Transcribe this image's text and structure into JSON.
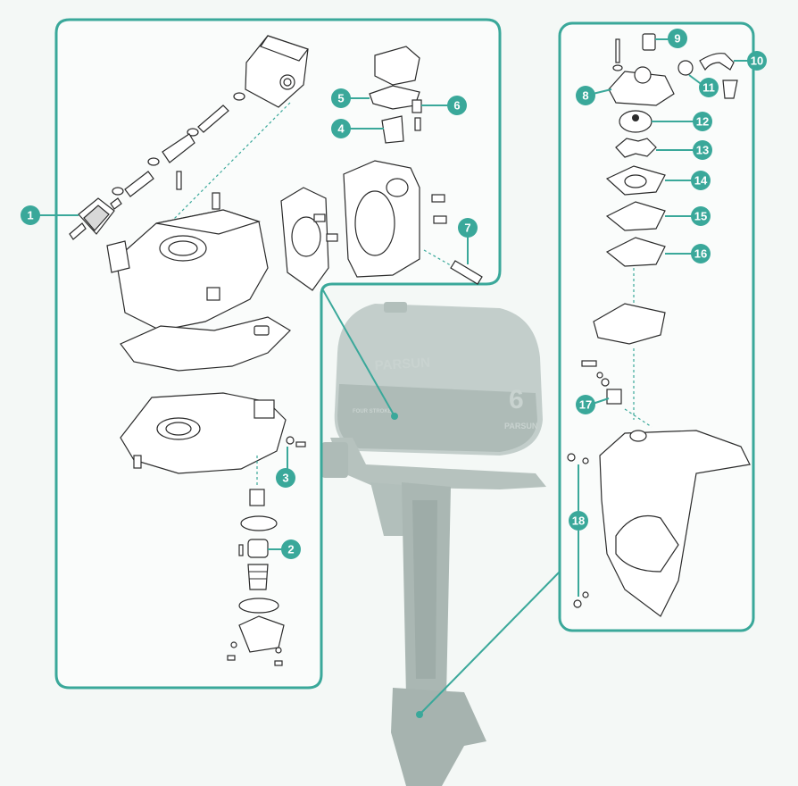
{
  "colors": {
    "accent": "#3aa89a",
    "background": "#f4f8f6",
    "motor": "#b9c5c1"
  },
  "motor": {
    "brand": "PARSUN",
    "model_number": "6",
    "brand_small": "PARSUN",
    "sub_label": "FOUR STROKE"
  },
  "callouts": [
    {
      "id": "c1",
      "label": "1"
    },
    {
      "id": "c2",
      "label": "2"
    },
    {
      "id": "c3",
      "label": "3"
    },
    {
      "id": "c4",
      "label": "4"
    },
    {
      "id": "c5",
      "label": "5"
    },
    {
      "id": "c6",
      "label": "6"
    },
    {
      "id": "c7",
      "label": "7"
    },
    {
      "id": "c8",
      "label": "8"
    },
    {
      "id": "c9",
      "label": "9"
    },
    {
      "id": "c10",
      "label": "10"
    },
    {
      "id": "c11",
      "label": "11"
    },
    {
      "id": "c12",
      "label": "12"
    },
    {
      "id": "c13",
      "label": "13"
    },
    {
      "id": "c14",
      "label": "14"
    },
    {
      "id": "c15",
      "label": "15"
    },
    {
      "id": "c16",
      "label": "16"
    },
    {
      "id": "c17",
      "label": "17"
    },
    {
      "id": "c18",
      "label": "18"
    }
  ]
}
